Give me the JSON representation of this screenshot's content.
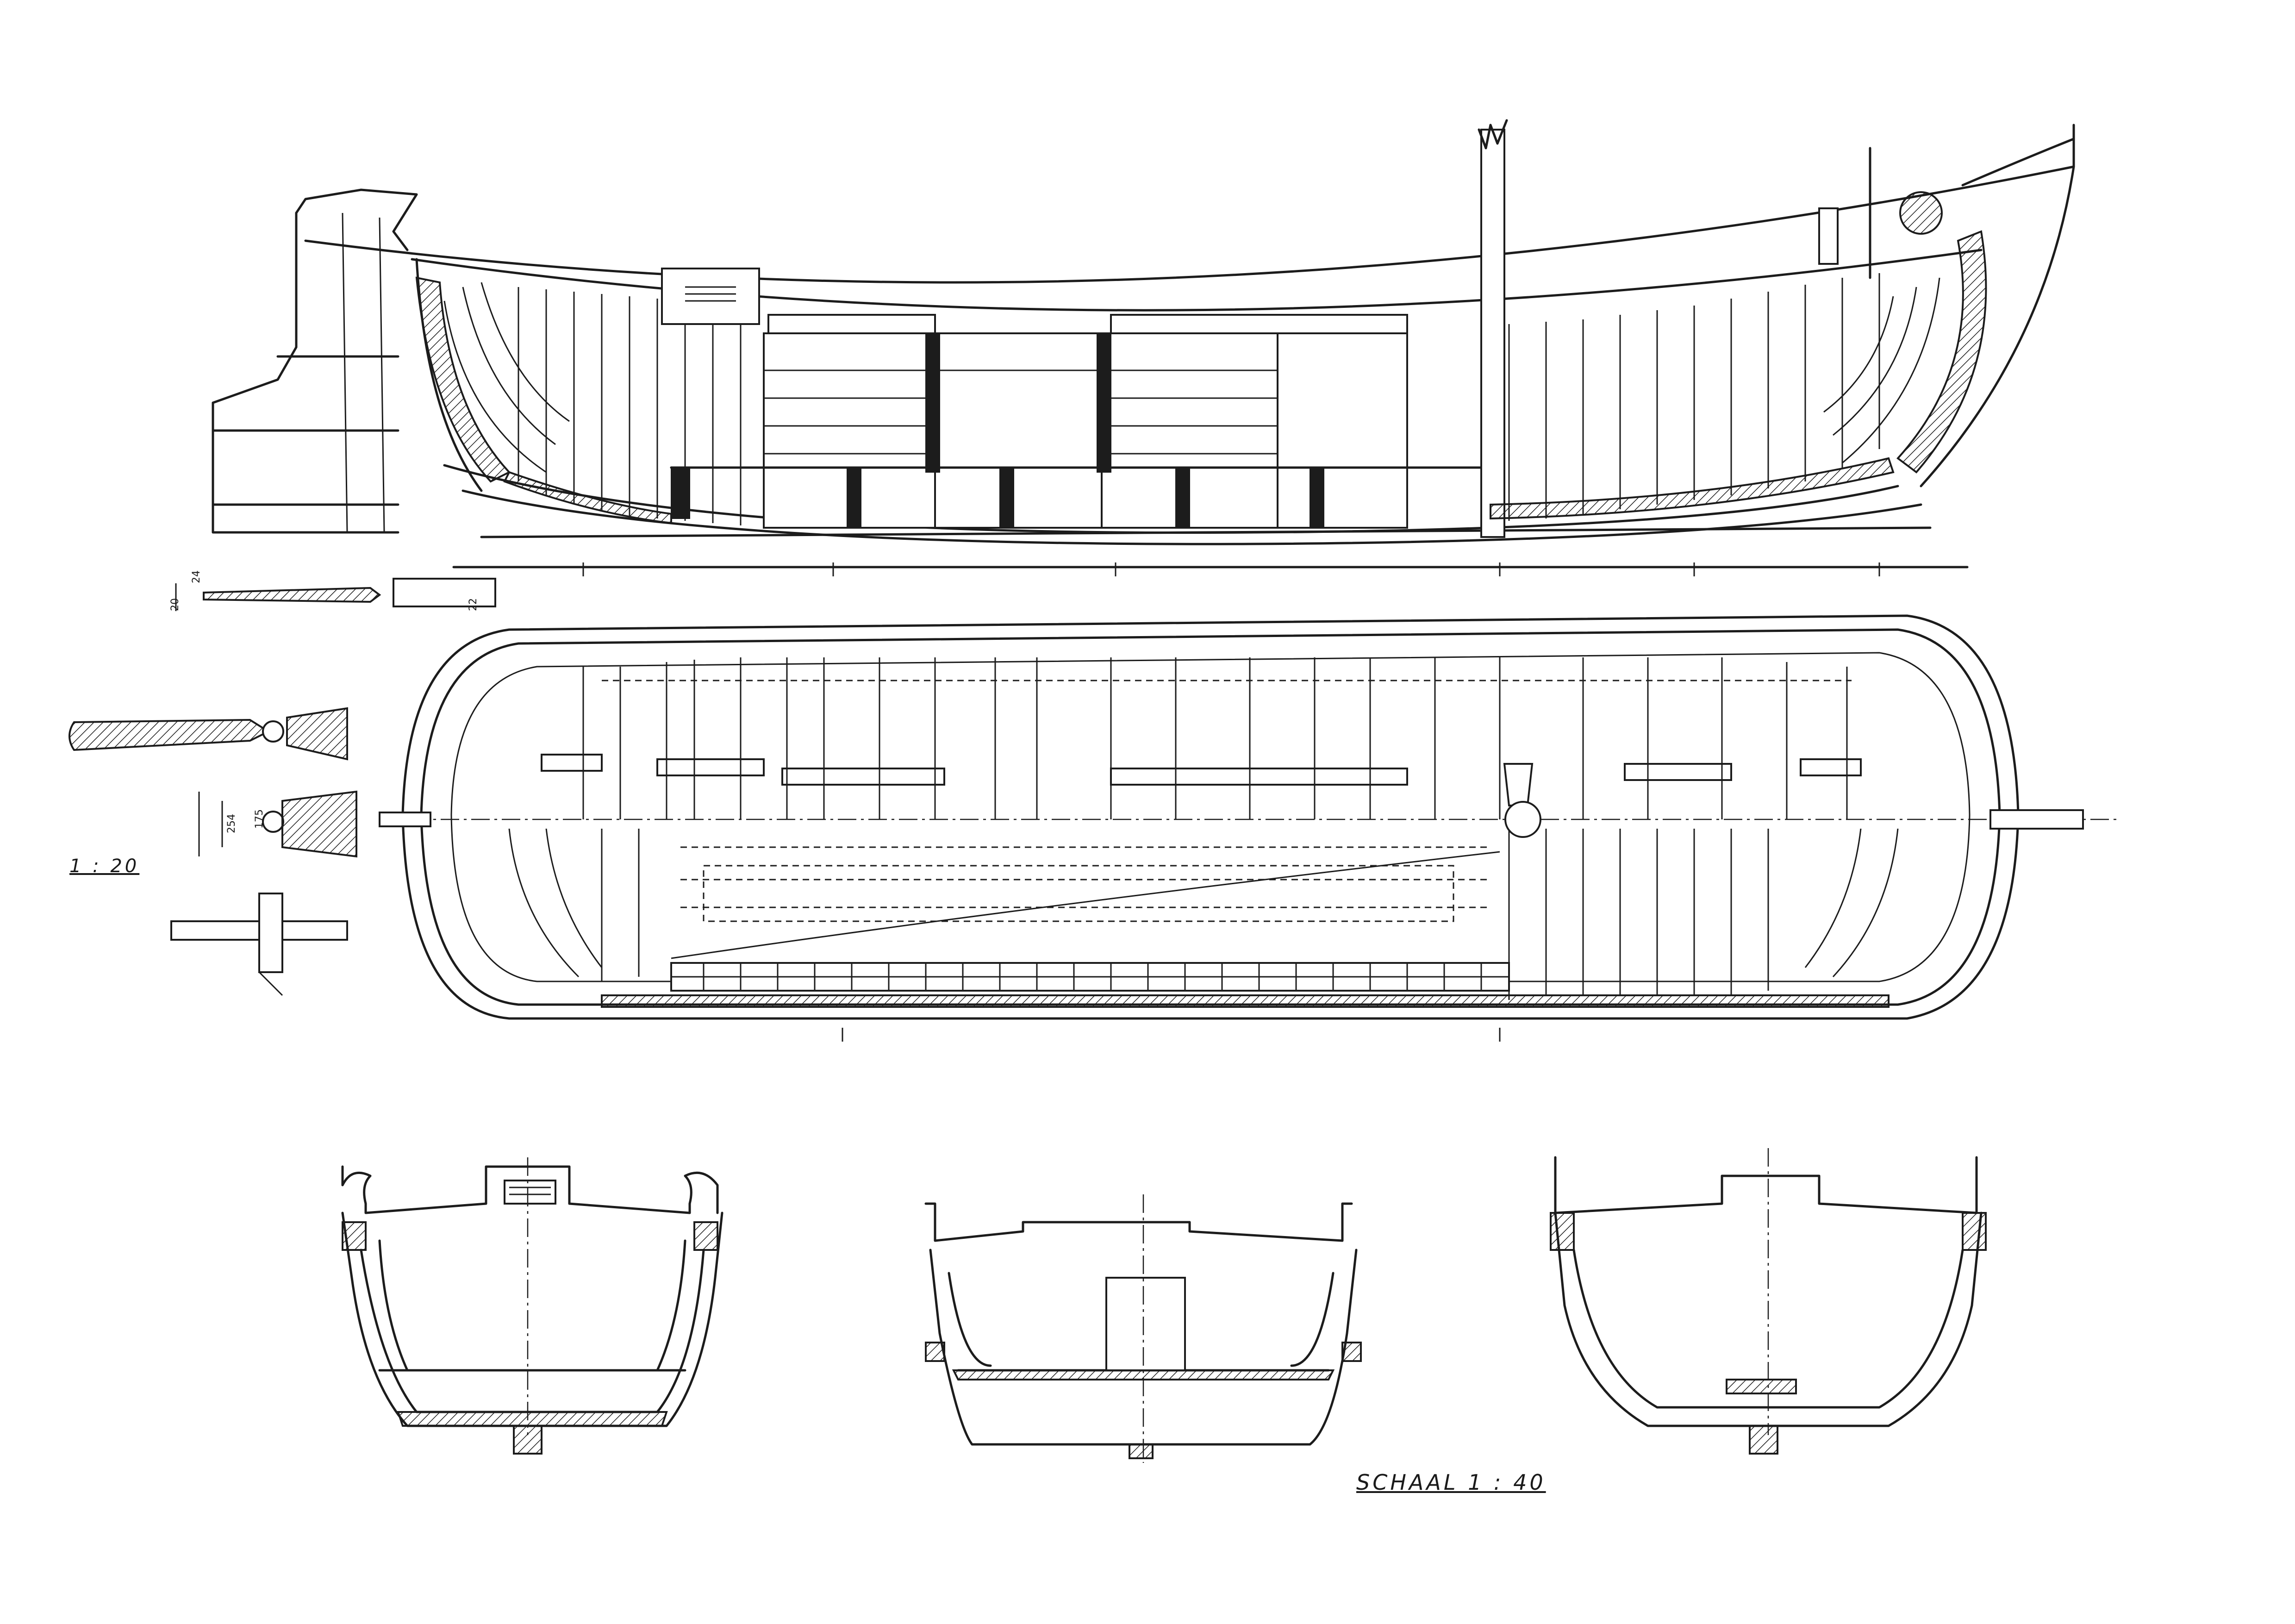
{
  "labels": {
    "scale_main": "SCHAAL  1 : 40",
    "scale_detail": "1 : 20",
    "dim_a": "254",
    "dim_b": "175",
    "dim_c": "24",
    "dim_d": "20",
    "dim_e": "22"
  },
  "colors": {
    "ink": "#1c1c1c",
    "paper": "#ffffff"
  }
}
